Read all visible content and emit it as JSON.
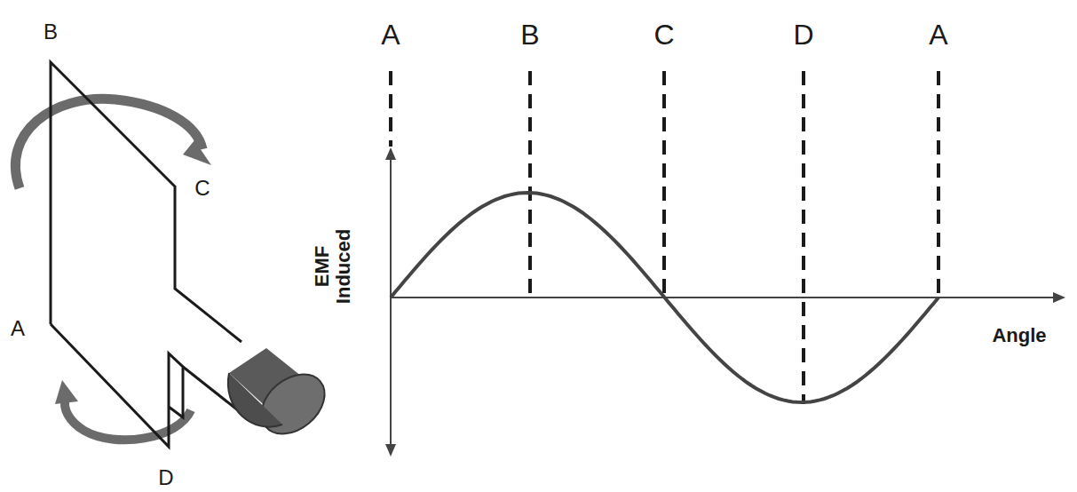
{
  "diagram": {
    "labels": [
      "B",
      "C",
      "A",
      "D",
      "A",
      "B",
      "C",
      "D",
      "A",
      "EMF Induced",
      "Angle"
    ]
  }
}
